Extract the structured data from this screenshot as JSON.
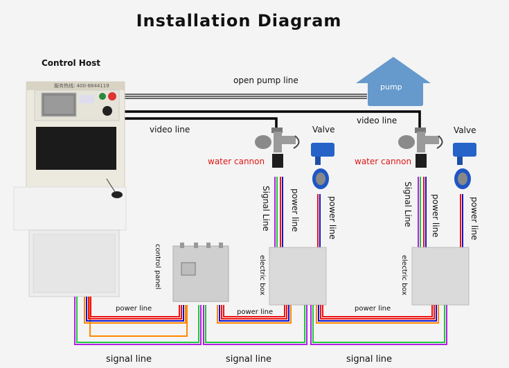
{
  "title": "Installation Diagram",
  "components": {
    "control_host": {
      "label": "Control Host",
      "hotline_text": "服务热线: 400-8844119"
    },
    "pump": {
      "label": "pump"
    },
    "water_cannon_1": {
      "label": "water cannon"
    },
    "water_cannon_2": {
      "label": "water cannon"
    },
    "valve_1": {
      "label": "Valve"
    },
    "valve_2": {
      "label": "Valve"
    },
    "control_panel": {
      "label": "control panel"
    },
    "electric_box_1": {
      "label": "electric box"
    },
    "electric_box_2": {
      "label": "electric box"
    }
  },
  "lines": {
    "open_pump_line": "open pump line",
    "video_line_1": "video line",
    "video_line_2": "video line",
    "signal_line_cannon_1": "Signal Line",
    "power_line_cannon_1": "power line",
    "power_line_valve_1": "power line",
    "signal_line_cannon_2": "Signal Line",
    "power_line_cannon_2": "power line",
    "power_line_valve_2": "power line",
    "power_line_bottom_1": "power line",
    "power_line_bottom_2": "power line",
    "power_line_bottom_3": "power line",
    "signal_line_bottom_1": "signal line",
    "signal_line_bottom_2": "signal line",
    "signal_line_bottom_3": "signal line"
  },
  "colors": {
    "pump": "#6699cc",
    "signal_purple": "#b41ee6",
    "signal_green": "#1ec83c",
    "power_red": "#ee1111",
    "power_blue": "#1111cc",
    "power_orange": "#ff8800",
    "water_cannon_label": "#e01616"
  }
}
